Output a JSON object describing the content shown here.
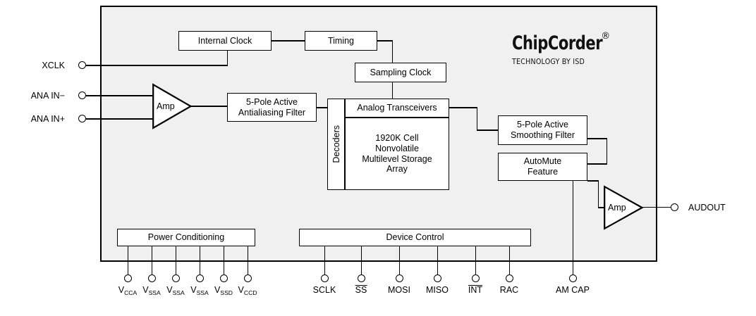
{
  "diagram": {
    "title": "ChipCorder block diagram",
    "chip_fill": "#f0f0f0",
    "line_color": "#000000"
  },
  "logo": {
    "brand": "ChipCorder",
    "registered": "®",
    "tagline": "TECHNOLOGY BY ISD"
  },
  "blocks": {
    "internal_clock": "Internal Clock",
    "timing": "Timing",
    "sampling_clock": "Sampling Clock",
    "antialiasing_filter": "5-Pole Active\nAntialiasing Filter",
    "analog_transceivers": "Analog Transceivers",
    "storage_array": "1920K Cell\nNonvolatile\nMultilevel Storage\nArray",
    "decoders": "Decoders",
    "smoothing_filter": "5-Pole Active\nSmoothing Filter",
    "automute": "AutoMute\nFeature",
    "power_conditioning": "Power Conditioning",
    "device_control": "Device Control",
    "amp_input": "Amp",
    "amp_output": "Amp"
  },
  "pins": {
    "left": [
      {
        "label": "XCLK",
        "overline": false
      },
      {
        "label": "ANA IN−",
        "overline": false
      },
      {
        "label": "ANA IN+",
        "overline": false
      }
    ],
    "right": [
      {
        "label": "AUDOUT",
        "overline": false
      }
    ],
    "bottom_power": [
      {
        "base": "V",
        "sub": "CCA"
      },
      {
        "base": "V",
        "sub": "SSA"
      },
      {
        "base": "V",
        "sub": "SSA"
      },
      {
        "base": "V",
        "sub": "SSA"
      },
      {
        "base": "V",
        "sub": "SSD"
      },
      {
        "base": "V",
        "sub": "CCD"
      }
    ],
    "bottom_control": [
      {
        "label": "SCLK",
        "overline": false
      },
      {
        "label": "SS",
        "overline": true
      },
      {
        "label": "MOSI",
        "overline": false
      },
      {
        "label": "MISO",
        "overline": false
      },
      {
        "label": "INT",
        "overline": true
      },
      {
        "label": "RAC",
        "overline": false
      },
      {
        "label": "AM CAP",
        "overline": false
      }
    ]
  }
}
